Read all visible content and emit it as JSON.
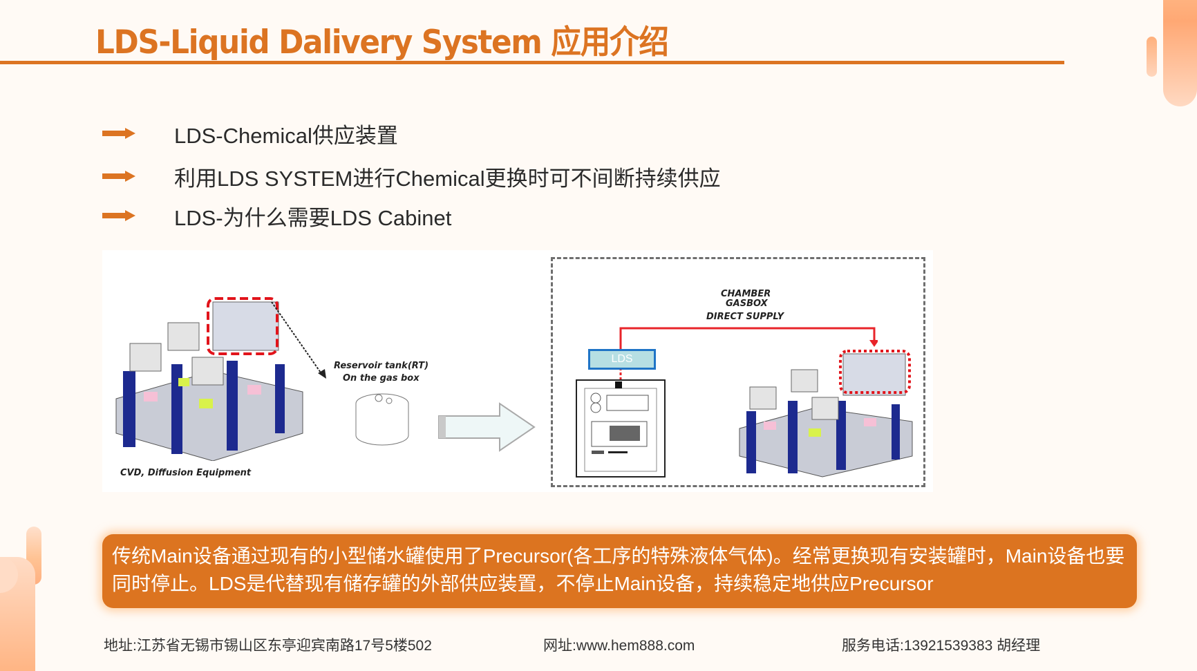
{
  "slide": {
    "title": "LDS-Liquid Dalivery System 应用介绍",
    "accent_color": "#dc7422"
  },
  "bullets": [
    {
      "icon": "arrow-right-icon",
      "text": "LDS-Chemical供应装置"
    },
    {
      "icon": "arrow-right-icon",
      "text": "利用LDS SYSTEM进行Chemical更换时可不间断持续供应"
    },
    {
      "icon": "arrow-right-icon",
      "text": "LDS-为什么需要LDS Cabinet"
    }
  ],
  "figure": {
    "left_caption": "CVD, Diffusion Equipment",
    "reservoir_label_line1": "Reservoir tank(RT)",
    "reservoir_label_line2": "On the gas box",
    "supply_label_line1": "CHAMBER",
    "supply_label_line2": "GASBOX",
    "supply_label_line3": "DIRECT SUPPLY",
    "lds_box_label": "LDS"
  },
  "callout": {
    "text": "传统Main设备通过现有的小型储水罐使用了Precursor(各工序的特殊液体气体)。经常更换现有安装罐时，Main设备也要同时停止。LDS是代替现有储存罐的外部供应装置，不停止Main设备，持续稳定地供应Precursor"
  },
  "footer": {
    "address": "地址:江苏省无锡市锡山区东亭迎宾南路17号5楼502",
    "website": "网址:www.hem888.com",
    "phone": "服务电话:13921539383 胡经理"
  }
}
